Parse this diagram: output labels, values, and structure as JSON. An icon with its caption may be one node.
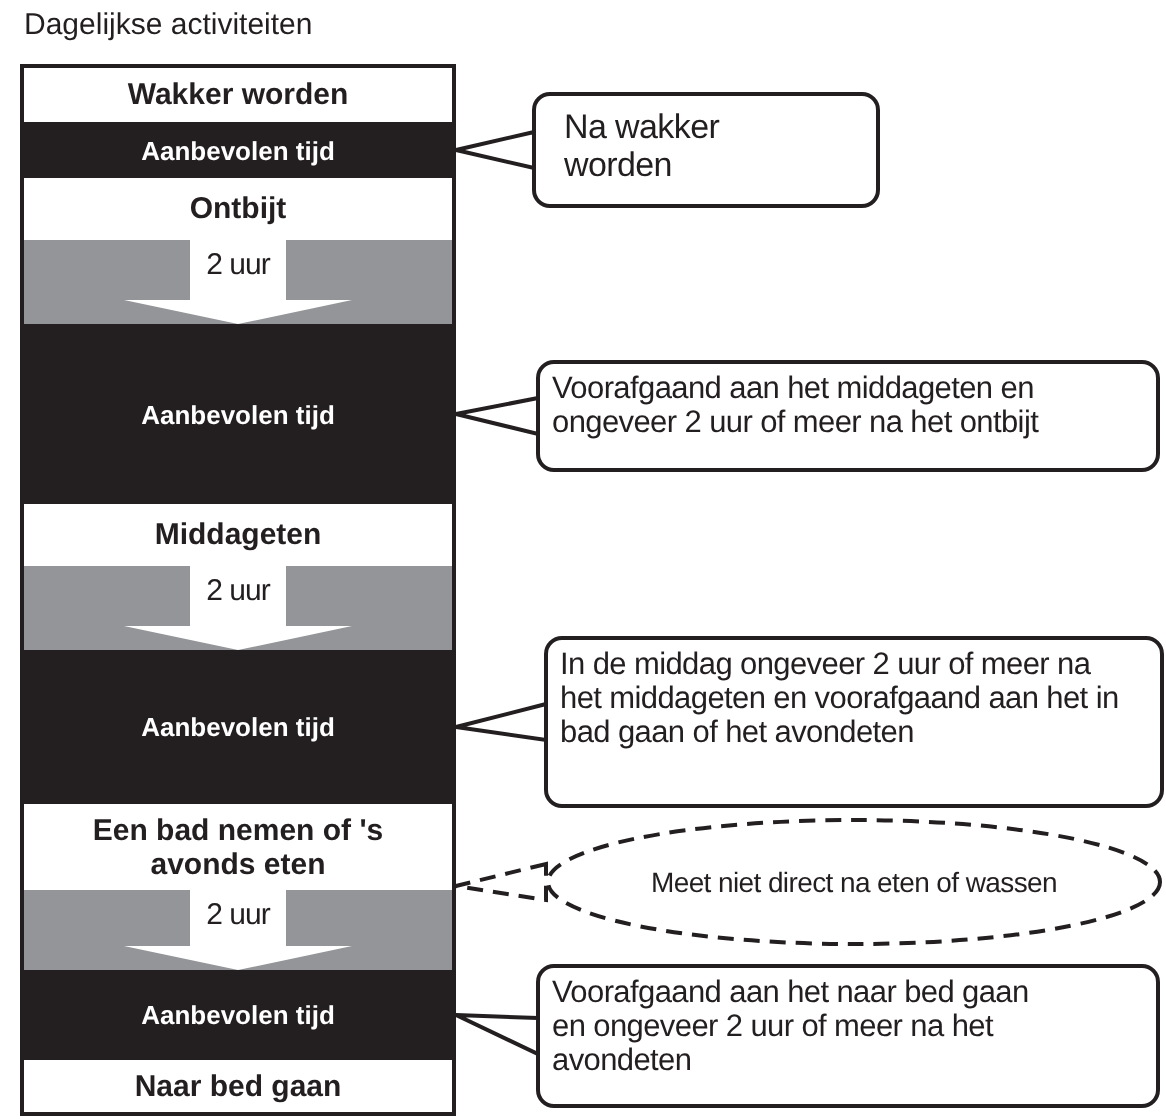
{
  "diagram": {
    "nodes": [
      {
        "text": [
          "Dagelijkse activiteiten"
        ]
      },
      {
        "text": [
          "Wakker worden"
        ],
        "in": 0
      },
      {
        "text": [
          "Aanbevolen tijd"
        ],
        "in": 0
      },
      {
        "text": [
          "Ontbijt"
        ],
        "in": 0
      },
      {
        "text": [
          "Aanbevolen tijd"
        ],
        "in": 0
      },
      {
        "text": [
          "Middageten"
        ],
        "in": 0
      },
      {
        "text": [
          "Aanbevolen tijd"
        ],
        "in": 0
      },
      {
        "text": [
          "Een bad nemen of 's avonds eten"
        ],
        "in": 0
      },
      {
        "text": [
          "Aanbevolen tijd"
        ],
        "in": 0
      },
      {
        "text": [
          "Naar bed gaan"
        ],
        "in": 0
      },
      {
        "text": [
          "Na wakker worden"
        ]
      },
      {
        "text": [
          "Voorafgaand aan het middageten en ongeveer 2 uur of meer na het ontbijt"
        ]
      },
      {
        "text": [
          "In de middag ongeveer 2 uur of meer na het middageten en voorafgaand aan het in bad gaan of het avondeten"
        ]
      },
      {
        "text": [
          "Meet niet direct na eten of wassen"
        ]
      },
      {
        "text": [
          "Voorafgaand aan het naar bed gaan en ongeveer 2 uur of meer na het avondeten"
        ]
      }
    ],
    "edges": [
      {
        "from": 3,
        "to": 4,
        "arrow": "to",
        "label": "2 uur"
      },
      {
        "from": 5,
        "to": 6,
        "arrow": "to",
        "label": "2 uur"
      },
      {
        "from": 7,
        "to": 8,
        "arrow": "to",
        "label": "2 uur"
      },
      {
        "from": 10,
        "to": 2,
        "arrow": "none"
      },
      {
        "from": 11,
        "to": 4,
        "arrow": "none"
      },
      {
        "from": 12,
        "to": 6,
        "arrow": "none"
      },
      {
        "from": 13,
        "to": 7,
        "arrow": "none",
        "style": "dashed"
      },
      {
        "from": 14,
        "to": 8,
        "arrow": "none"
      }
    ]
  }
}
